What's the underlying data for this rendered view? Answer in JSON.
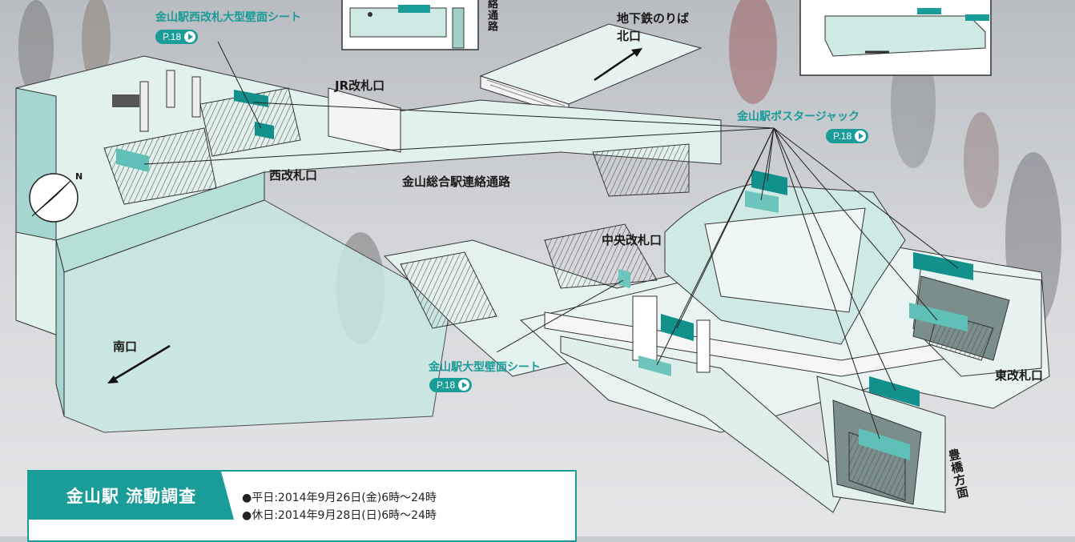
{
  "labels": {
    "jr_gate": "JR改札口",
    "west_gate": "西改札口",
    "passage": "金山総合駅連絡通路",
    "central_gate": "中央改札口",
    "east_gate": "東改札口",
    "south_exit": "南口",
    "subway": "地下鉄のりば",
    "north_exit": "北口",
    "toyohashi": "豊橋方面",
    "passage_top": "絡通路",
    "compass_n": "N"
  },
  "callouts": {
    "west_wall": {
      "title": "金山駅西改札大型壁面シート",
      "page": "P.18"
    },
    "poster_jack": {
      "title": "金山駅ポスタージャック",
      "page": "P.18"
    },
    "wall_sheet": {
      "title": "金山駅大型壁面シート",
      "page": "P.18"
    }
  },
  "survey": {
    "title": "金山駅 流動調査",
    "weekday": "●平日:2014年9月26日(金)6時〜24時",
    "holiday": "●休日:2014年9月28日(日)6時〜24時"
  },
  "colors": {
    "accent": "#1a9c98",
    "ad_panel": "#12908c",
    "floor": "#dcefec",
    "wall": "#a9d9d2"
  }
}
